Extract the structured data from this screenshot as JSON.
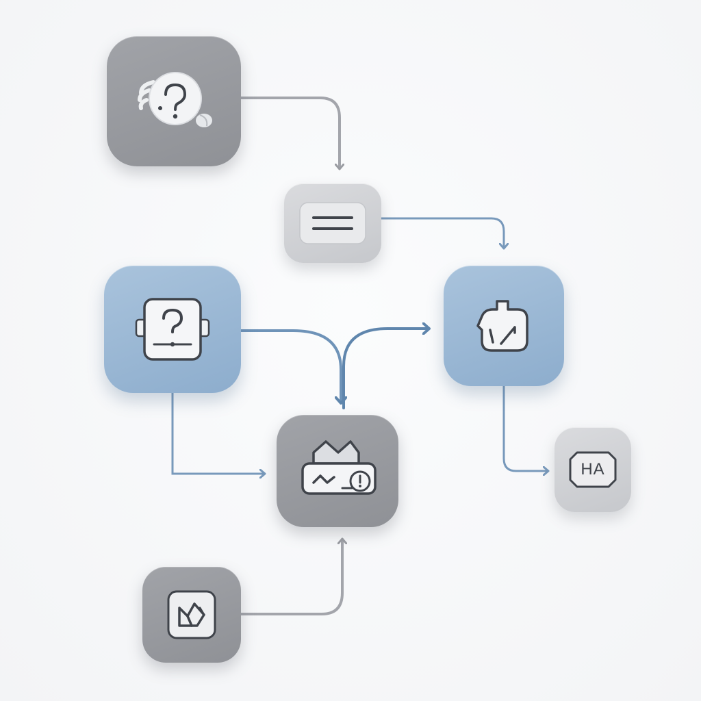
{
  "diagram": {
    "accent_blue": "#6e93b8",
    "connector_gray": "#9a9ca2",
    "nodes": [
      {
        "id": "help-chat",
        "icon": "question-bubble-icon",
        "color": "gray-dark"
      },
      {
        "id": "menu",
        "icon": "menu-lines-icon",
        "color": "gray-light"
      },
      {
        "id": "help-device",
        "icon": "question-device-icon",
        "color": "blue"
      },
      {
        "id": "tool",
        "icon": "tool-icon",
        "color": "blue"
      },
      {
        "id": "monitor",
        "icon": "monitor-wave-icon",
        "color": "gray-dark"
      },
      {
        "id": "ha",
        "icon": "ha-label-icon",
        "color": "gray-light",
        "label": "HA"
      },
      {
        "id": "shortcut",
        "icon": "shortcut-icon",
        "color": "gray-dark"
      }
    ]
  }
}
